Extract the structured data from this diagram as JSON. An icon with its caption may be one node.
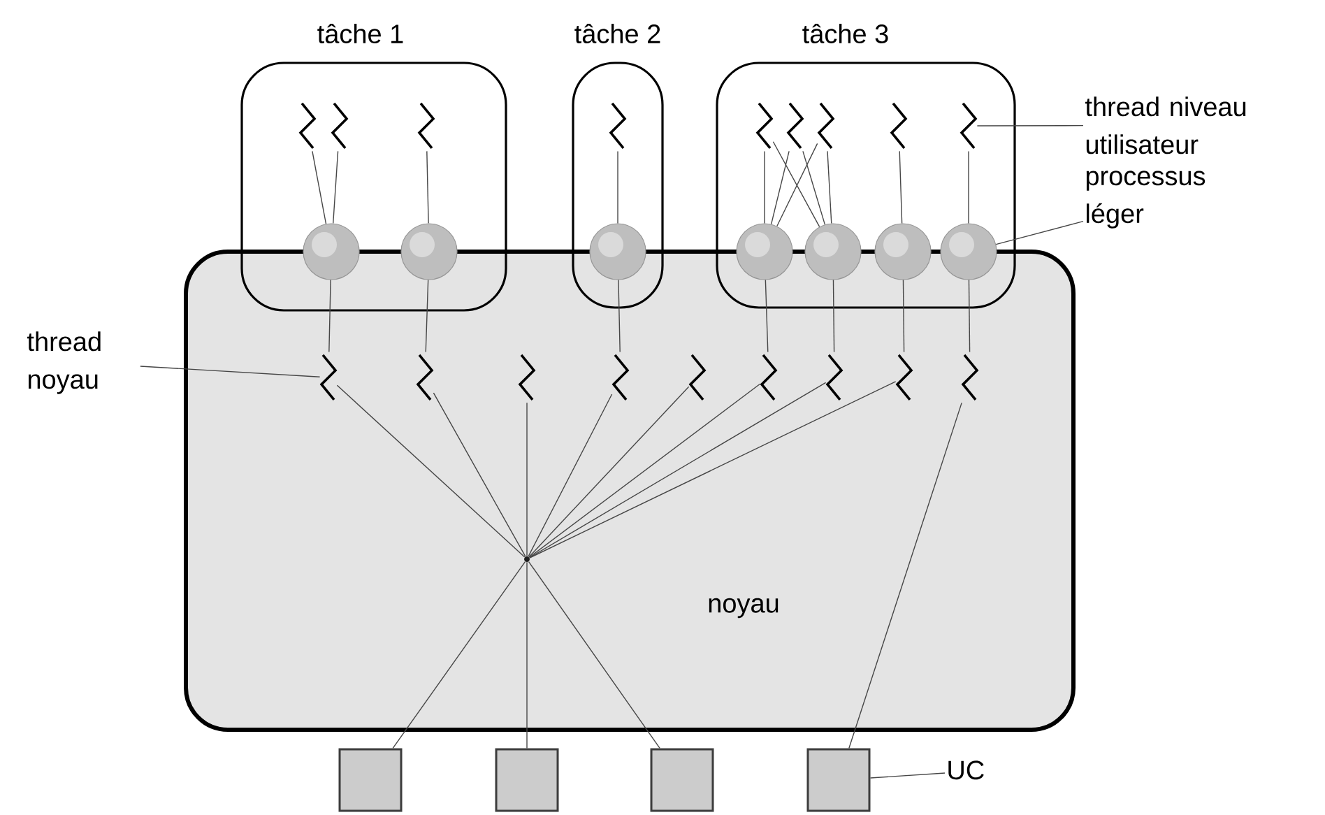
{
  "diagram": {
    "nodes": [
      {
        "text": [
          "tâche 1"
        ]
      },
      {
        "text": [
          "tâche 2"
        ]
      },
      {
        "text": [
          "tâche 3"
        ]
      },
      {
        "text": [
          "thread niveau utilisateur"
        ]
      },
      {
        "text": [
          "processus léger"
        ]
      },
      {
        "text": [
          "noyau"
        ]
      },
      {
        "text": [
          "thread noyau"
        ]
      },
      {
        "text": [],
        "shape": "zigzag",
        "in": 0
      },
      {
        "text": [],
        "shape": "zigzag",
        "in": 0
      },
      {
        "text": [],
        "shape": "zigzag",
        "in": 0
      },
      {
        "text": [],
        "shape": "zigzag",
        "in": 1
      },
      {
        "text": [],
        "shape": "zigzag",
        "in": 2
      },
      {
        "text": [],
        "shape": "zigzag",
        "in": 2
      },
      {
        "text": [],
        "shape": "zigzag",
        "in": 2
      },
      {
        "text": [],
        "shape": "zigzag",
        "in": 2
      },
      {
        "text": [],
        "shape": "zigzag",
        "in": 2
      },
      {
        "text": [],
        "shape": "circle",
        "in": 0
      },
      {
        "text": [],
        "shape": "circle",
        "in": 0
      },
      {
        "text": [],
        "shape": "circle",
        "in": 1
      },
      {
        "text": [],
        "shape": "circle",
        "in": 2
      },
      {
        "text": [],
        "shape": "circle",
        "in": 2
      },
      {
        "text": [],
        "shape": "circle",
        "in": 2
      },
      {
        "text": [],
        "shape": "circle",
        "in": 2
      },
      {
        "text": [],
        "shape": "zigzag",
        "in": 5
      },
      {
        "text": [],
        "shape": "zigzag",
        "in": 5
      },
      {
        "text": [],
        "shape": "zigzag",
        "in": 5
      },
      {
        "text": [],
        "shape": "zigzag",
        "in": 5
      },
      {
        "text": [],
        "shape": "zigzag",
        "in": 5
      },
      {
        "text": [],
        "shape": "zigzag",
        "in": 5
      },
      {
        "text": [],
        "shape": "zigzag",
        "in": 5
      },
      {
        "text": [],
        "shape": "zigzag",
        "in": 5
      },
      {
        "text": [],
        "shape": "zigzag",
        "in": 5
      },
      {
        "text": [],
        "shape": "box"
      },
      {
        "text": [],
        "shape": "box"
      },
      {
        "text": [],
        "shape": "box"
      },
      {
        "text": [],
        "shape": "box"
      },
      {
        "text": [
          "UC"
        ]
      },
      {
        "text": [],
        "shape": "dot",
        "in": 5
      }
    ],
    "edges": [
      {
        "from": 7,
        "to": 16,
        "arrow": "none"
      },
      {
        "from": 8,
        "to": 16,
        "arrow": "none"
      },
      {
        "from": 9,
        "to": 17,
        "arrow": "none"
      },
      {
        "from": 10,
        "to": 18,
        "arrow": "none"
      },
      {
        "from": 11,
        "to": 19,
        "arrow": "none"
      },
      {
        "from": 11,
        "to": 20,
        "arrow": "none"
      },
      {
        "from": 12,
        "to": 19,
        "arrow": "none"
      },
      {
        "from": 12,
        "to": 20,
        "arrow": "none"
      },
      {
        "from": 13,
        "to": 19,
        "arrow": "none"
      },
      {
        "from": 13,
        "to": 20,
        "arrow": "none"
      },
      {
        "from": 14,
        "to": 21,
        "arrow": "none"
      },
      {
        "from": 15,
        "to": 22,
        "arrow": "none"
      },
      {
        "from": 16,
        "to": 23,
        "arrow": "none"
      },
      {
        "from": 17,
        "to": 24,
        "arrow": "none"
      },
      {
        "from": 18,
        "to": 26,
        "arrow": "none"
      },
      {
        "from": 19,
        "to": 28,
        "arrow": "none"
      },
      {
        "from": 20,
        "to": 29,
        "arrow": "none"
      },
      {
        "from": 21,
        "to": 30,
        "arrow": "none"
      },
      {
        "from": 22,
        "to": 31,
        "arrow": "none"
      },
      {
        "from": 23,
        "to": 37,
        "arrow": "none"
      },
      {
        "from": 24,
        "to": 37,
        "arrow": "none"
      },
      {
        "from": 25,
        "to": 37,
        "arrow": "none"
      },
      {
        "from": 26,
        "to": 37,
        "arrow": "none"
      },
      {
        "from": 27,
        "to": 37,
        "arrow": "none"
      },
      {
        "from": 28,
        "to": 37,
        "arrow": "none"
      },
      {
        "from": 29,
        "to": 37,
        "arrow": "none"
      },
      {
        "from": 30,
        "to": 37,
        "arrow": "none"
      },
      {
        "from": 37,
        "to": 32,
        "arrow": "none"
      },
      {
        "from": 37,
        "to": 33,
        "arrow": "none"
      },
      {
        "from": 37,
        "to": 34,
        "arrow": "none"
      },
      {
        "from": 31,
        "to": 35,
        "arrow": "none"
      },
      {
        "from": 3,
        "to": 15,
        "arrow": "none"
      },
      {
        "from": 4,
        "to": 22,
        "arrow": "none"
      },
      {
        "from": 6,
        "to": 23,
        "arrow": "none"
      },
      {
        "from": 36,
        "to": 35,
        "arrow": "none"
      }
    ]
  }
}
